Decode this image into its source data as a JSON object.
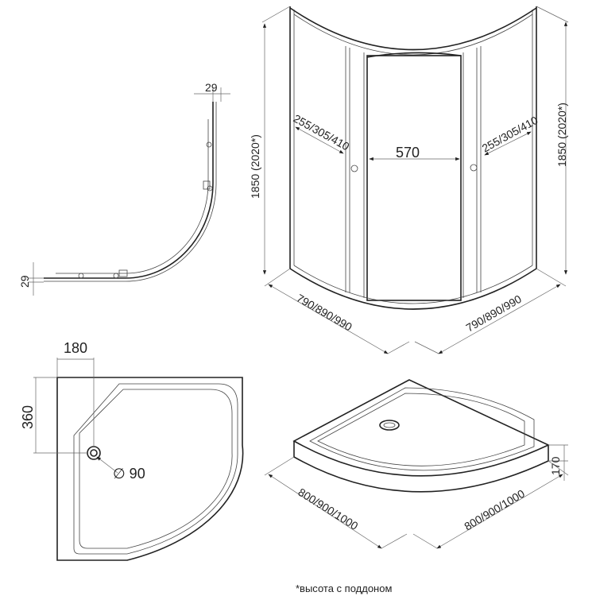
{
  "profile_view": {
    "top_offset": "29",
    "side_offset": "29"
  },
  "cabin_view": {
    "height_left": "1850 (2020*)",
    "height_right": "1850 (2020*)",
    "door_left": "255/305/410",
    "door_right": "255/305/410",
    "door_center": "570",
    "width_left": "790/890/990",
    "width_right": "790/890/990"
  },
  "tray_plan": {
    "drain_offset_x": "180",
    "drain_offset_y": "360",
    "drain_diameter": "∅ 90"
  },
  "tray_iso": {
    "height": "170",
    "width_left": "800/900/1000",
    "width_right": "800/900/1000"
  },
  "footnote": "*высота с поддоном"
}
